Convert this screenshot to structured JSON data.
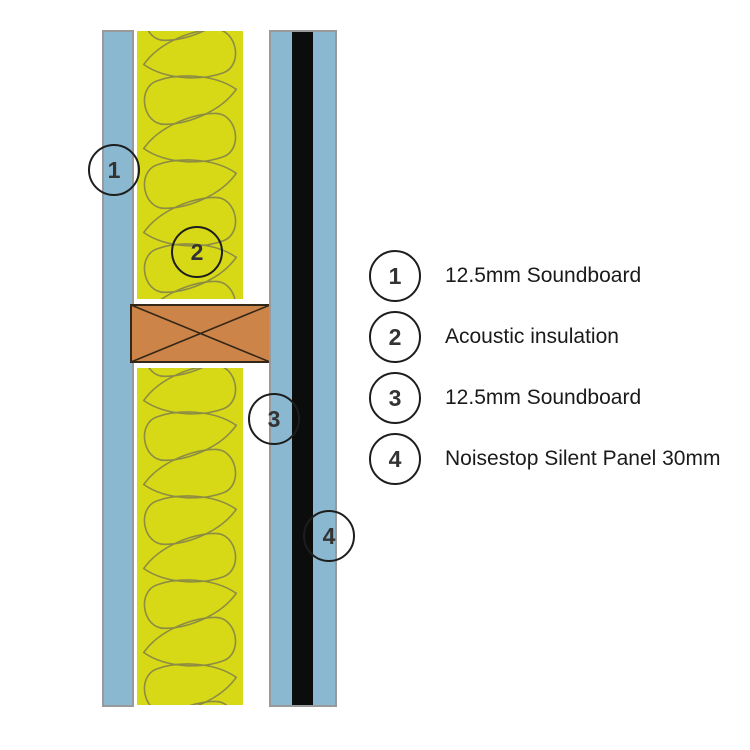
{
  "colors": {
    "soundboard_blue": "#8ab8d1",
    "panel_border_gray": "#97999b",
    "insulation_yellow": "#d7d917",
    "insulation_line": "#8c8c42",
    "silent_panel_black": "#0b0d0c",
    "stud_orange": "#cd8448",
    "stud_line": "#332717",
    "callout_ring": "#1d1d1d"
  },
  "diagram": {
    "markers": [
      {
        "number": "1"
      },
      {
        "number": "2"
      },
      {
        "number": "3"
      },
      {
        "number": "4"
      }
    ]
  },
  "legend": {
    "items": [
      {
        "number": "1",
        "label": "12.5mm Soundboard"
      },
      {
        "number": "2",
        "label": "Acoustic insulation"
      },
      {
        "number": "3",
        "label": "12.5mm Soundboard"
      },
      {
        "number": "4",
        "label": "Noisestop Silent Panel 30mm"
      }
    ]
  }
}
